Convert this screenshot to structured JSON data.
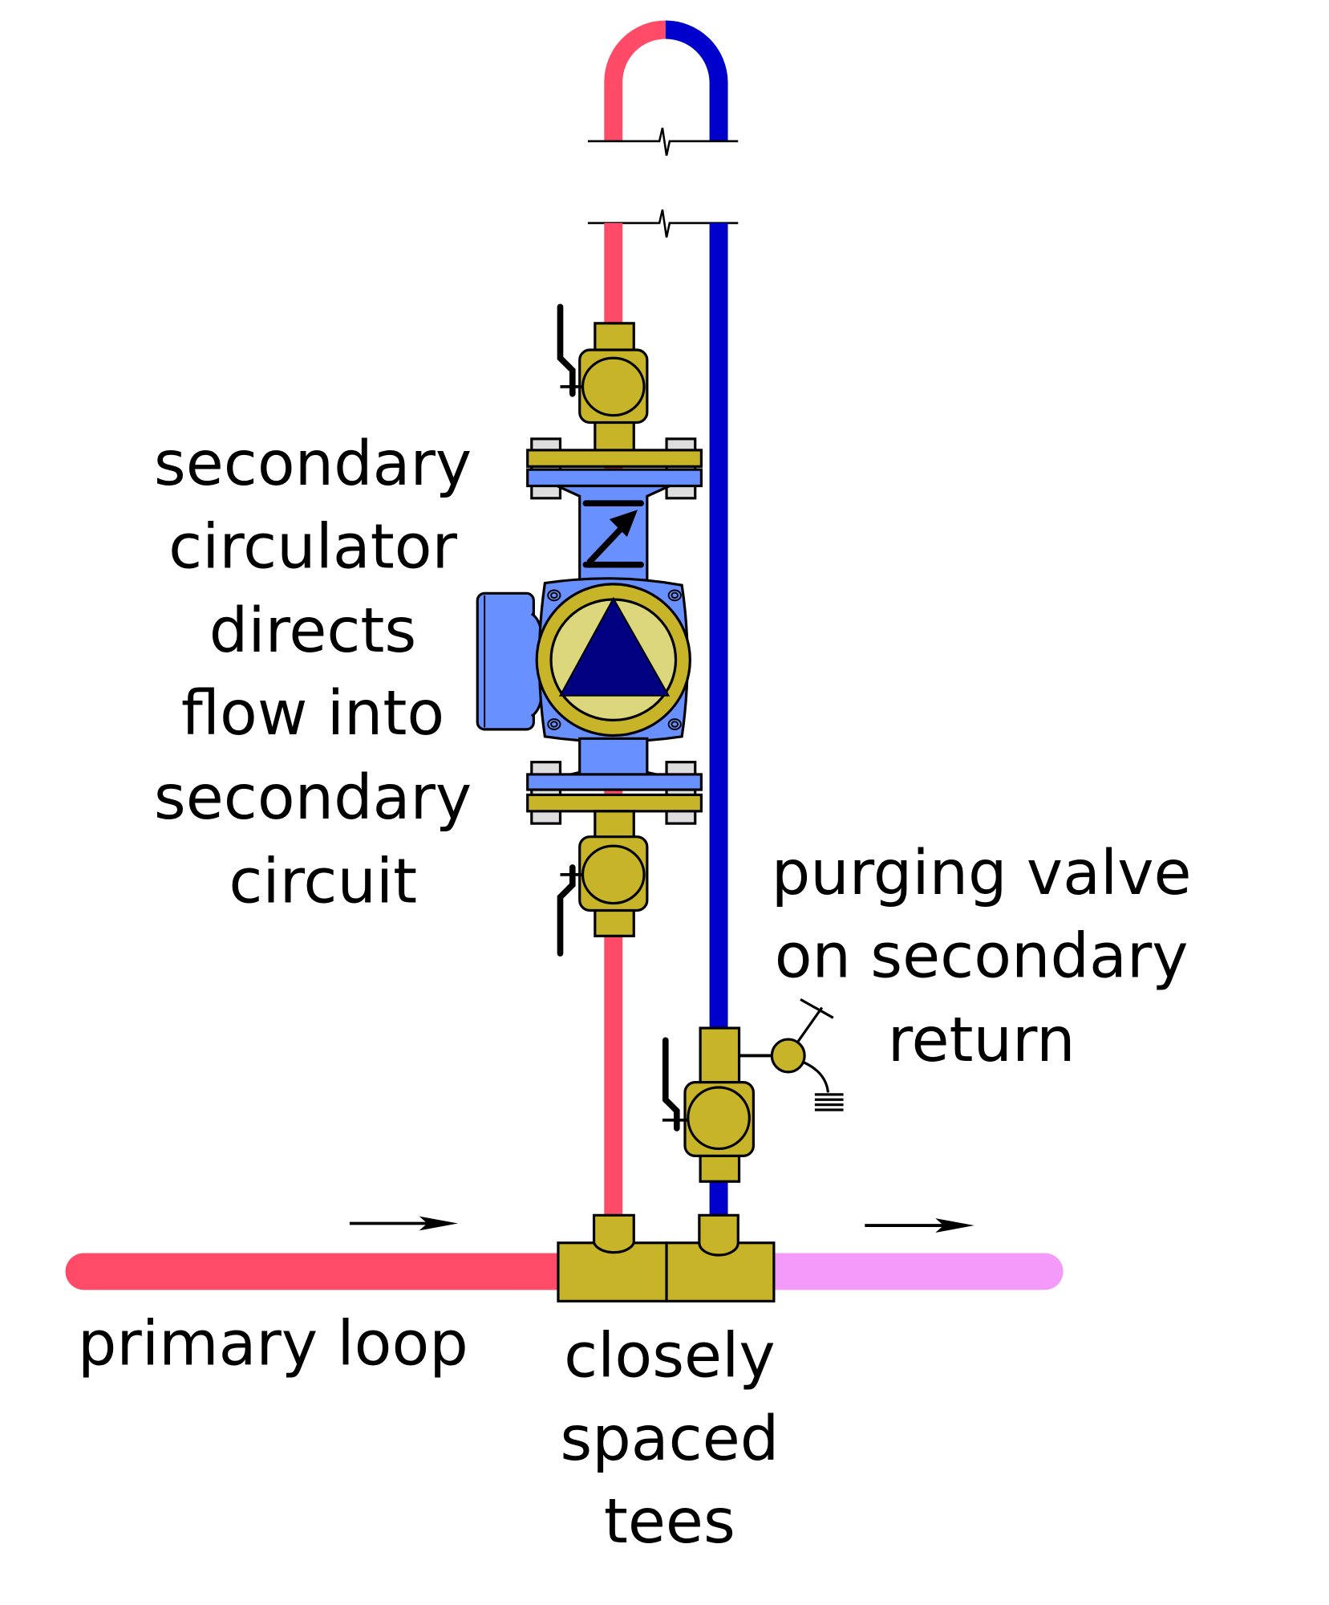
{
  "labels": {
    "circulator": [
      "secondary",
      "circulator",
      "directs",
      "flow into",
      "secondary",
      "circuit"
    ],
    "purging_valve": [
      "purging valve",
      "on secondary",
      "return"
    ],
    "primary_loop": "primary loop",
    "tees": [
      "closely",
      "spaced",
      "tees"
    ]
  },
  "colors": {
    "supply_pipe": "#ff4a68",
    "return_pipe": "#0000cc",
    "mixed_pipe": "#f49afa",
    "brass": "#c8b428",
    "pump_body": "#6891ff",
    "pump_face": "#dcd67c",
    "impeller": "#000080"
  }
}
